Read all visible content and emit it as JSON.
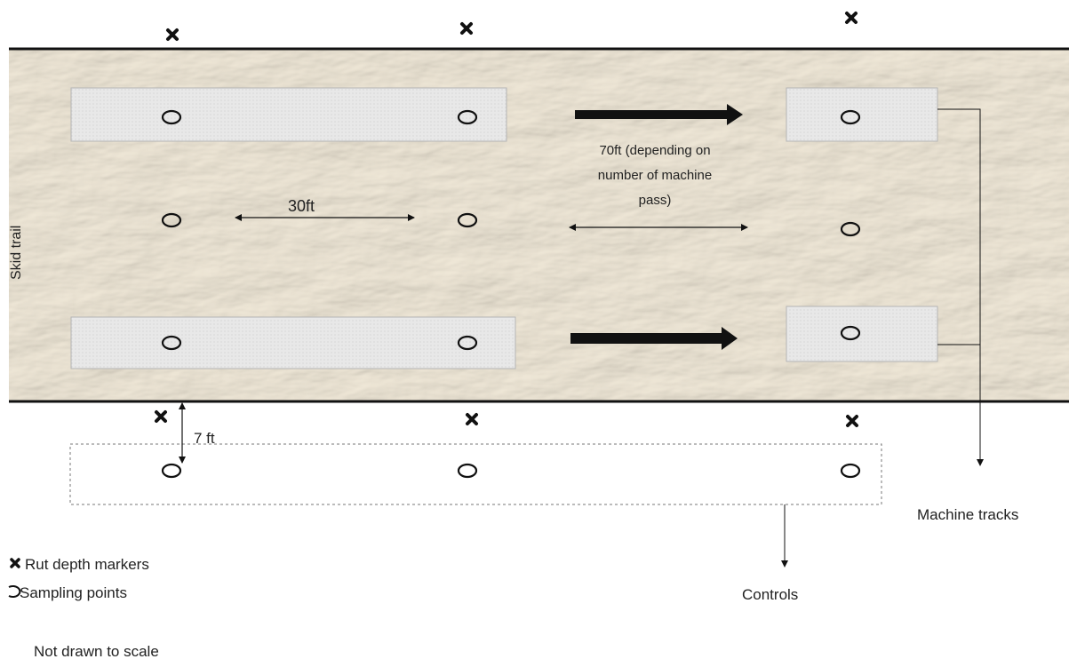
{
  "trail_label": "Skid trail",
  "distance_between_points": "30ft",
  "distance_note_lines": [
    "70ft (depending on",
    "number of machine",
    "pass)"
  ],
  "control_offset": "7 ft",
  "machine_tracks_label": "Machine tracks",
  "controls_label": "Controls",
  "legend": {
    "rut_markers": "Rut depth markers",
    "sampling_points": "Sampling points",
    "marker_icon": "cross-icon",
    "sampling_icon": "ellipse-icon"
  },
  "footnote": "Not drawn to scale",
  "colors": {
    "trail_fill": "#f3ead7",
    "track_fill": "#e6e6e6",
    "line": "#111111"
  }
}
